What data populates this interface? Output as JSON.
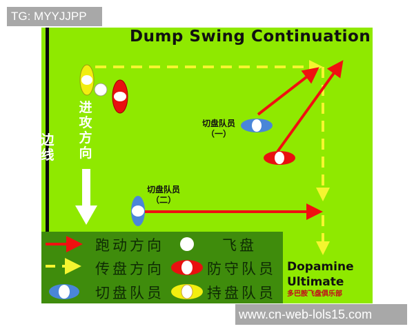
{
  "watermarks": {
    "top": "TG: MYYJJPP",
    "bottom": "www.cn-web-lols15.com"
  },
  "diagram": {
    "title": "Dump Swing Continuation",
    "sideline_label": "边线",
    "attack_direction_label": "进攻方向",
    "cutter_one_label": "切盘队员",
    "cutter_one_number": "（一）",
    "cutter_two_label": "切盘队员",
    "cutter_two_number": "（二）",
    "colors": {
      "field": "#8fe900",
      "legend_bg": "#3f8c0c",
      "run_arrow": "#f01010",
      "pass_arrow": "#f5f530",
      "defender": "#e81010",
      "cutter": "#4a86d8",
      "handler": "#f2ee10",
      "disc": "#ffffff"
    }
  },
  "legend": {
    "items": [
      {
        "symbol": "red-arrow",
        "label": "跑动方向"
      },
      {
        "symbol": "disc",
        "label": "飞盘"
      },
      {
        "symbol": "yellow-dashed-arrow",
        "label": "传盘方向"
      },
      {
        "symbol": "defender",
        "label": "防守队员"
      },
      {
        "symbol": "cutter",
        "label": "切盘队员"
      },
      {
        "symbol": "handler",
        "label": "持盘队员"
      }
    ]
  },
  "brand": {
    "line1": "Dopamine",
    "line2": "Ultimate",
    "line3": "多巴胺飞盘俱乐部"
  }
}
